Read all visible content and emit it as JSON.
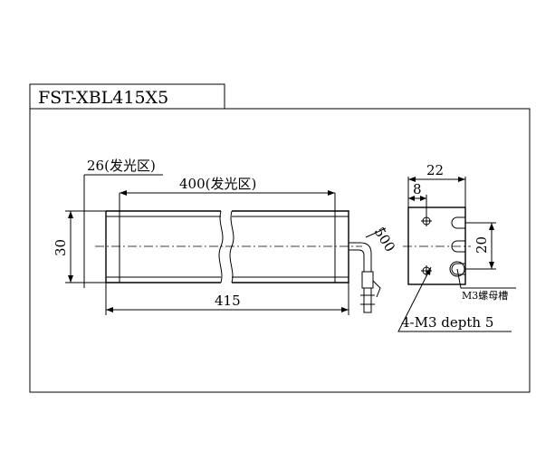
{
  "title": "FST-XBL415X5",
  "front_view": {
    "dim_emit_26": "26(发光区)",
    "dim_emit_400": "400(发光区)",
    "dim_height": "30",
    "dim_length": "415",
    "dim_cable": "500"
  },
  "side_view": {
    "dim_width": "22",
    "dim_hole_offset": "8",
    "dim_slot_pitch": "20",
    "slot_label": "M3螺母槽",
    "hole_callout": "4-M3 depth 5"
  }
}
